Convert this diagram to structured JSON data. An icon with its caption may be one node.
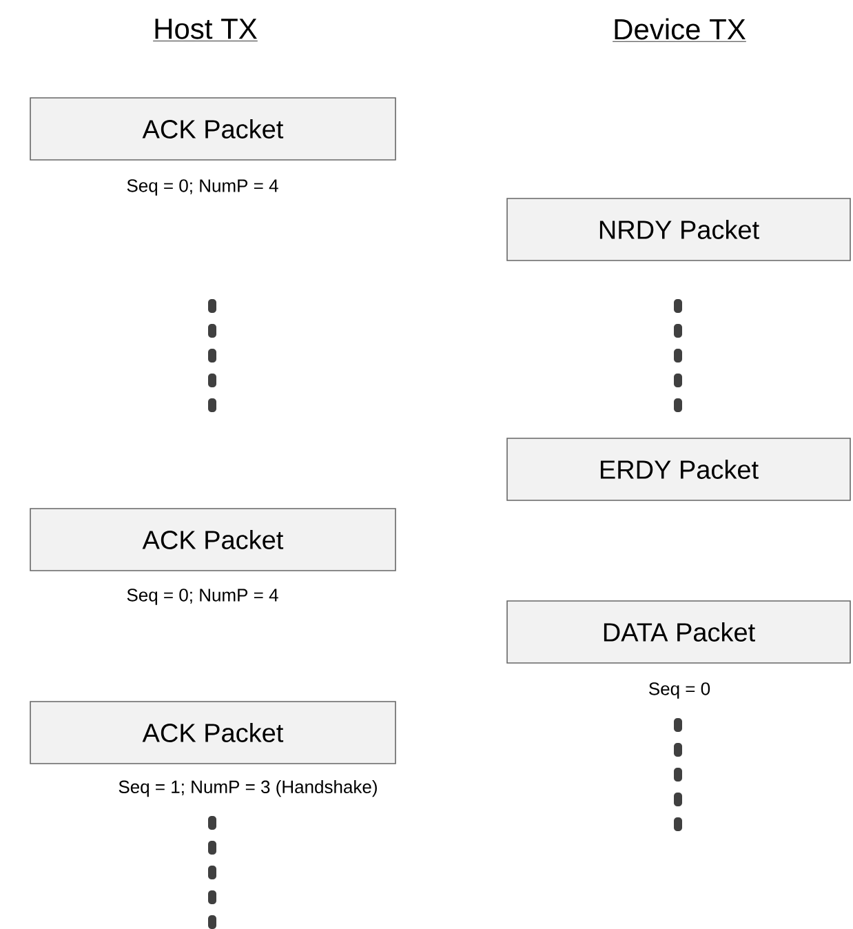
{
  "diagram": {
    "nodes": [
      {
        "text": [
          "ACK Packet"
        ],
        "beside": [
          "Seq = 0; NumP = 4"
        ]
      },
      {
        "text": [
          "NRDY Packet"
        ]
      },
      {
        "text": [
          "ERDY Packet"
        ]
      },
      {
        "text": [
          "ACK Packet"
        ],
        "beside": [
          "Seq = 0; NumP = 4"
        ]
      },
      {
        "text": [
          "DATA Packet"
        ],
        "beside": [
          "Seq = 0"
        ]
      },
      {
        "text": [
          "ACK Packet"
        ],
        "beside": [
          "Seq = 1; NumP = 3 (Handshake)"
        ]
      }
    ],
    "labels": [
      "Host TX",
      "Device TX"
    ]
  }
}
